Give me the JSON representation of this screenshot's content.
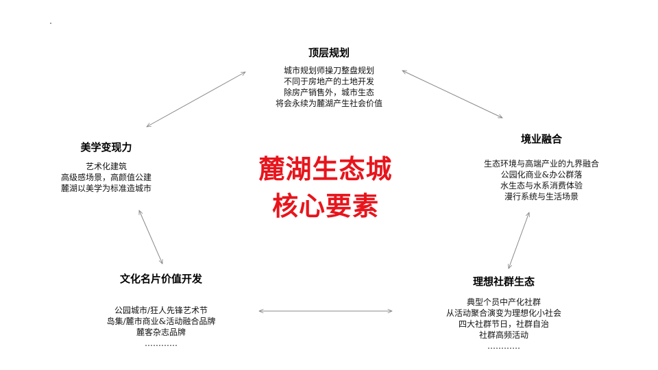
{
  "center": {
    "line1": "麓湖生态城",
    "line2": "核心要素",
    "color": "#e8141c"
  },
  "nodes": {
    "top": {
      "title": "顶层规划",
      "lines": [
        "城市规划师操刀整盘规划",
        "不同于房地产的土地开发",
        "除房产销售外，城市生态",
        "将会永续为麓湖产生社会价值"
      ]
    },
    "right": {
      "title": "境业融合",
      "lines": [
        "生态环境与高端产业的九界融合",
        "公园化商业&办公群落",
        "水生态与水系消费体验",
        "漫行系统与生活场景"
      ]
    },
    "left": {
      "title": "美学变现力",
      "lines": [
        "艺术化建筑",
        "高级感场景，高颜值公建",
        "麓湖以美学为标准造城市"
      ]
    },
    "bottom_left": {
      "title": "文化名片价值开发",
      "lines": [
        "公园城市/狂人先锋艺术节",
        "岛集/麓市商业&活动融合品牌",
        "麓客杂志品牌",
        "…………"
      ]
    },
    "bottom_right": {
      "title": "理想社群生态",
      "lines": [
        "典型个员中产化社群",
        "从活动聚合演变为理想化小社会",
        "四大社群节日，社群自治",
        "社群高频活动",
        "…………"
      ]
    }
  }
}
